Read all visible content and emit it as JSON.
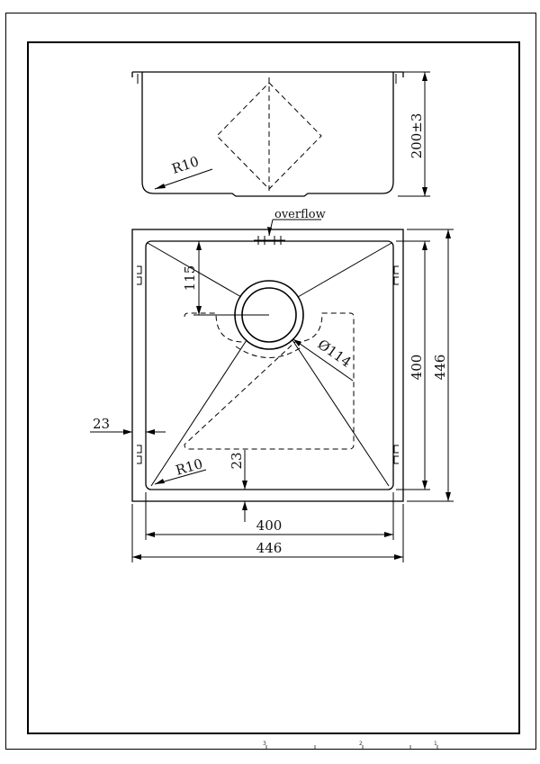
{
  "side_view": {
    "height_label": "200±3",
    "radius_label": "R10"
  },
  "top_view": {
    "overflow_label": "overflow",
    "drain_offset_label": "115",
    "drain_diameter_label": "Ø114",
    "inner_height_label": "400",
    "outer_height_label": "446",
    "flange_label": "23",
    "radius_label": "R10",
    "bottom_gap_label": "23",
    "inner_width_label": "400",
    "outer_width_label": "446"
  },
  "sheet_ticks": [
    "3",
    "2",
    "1"
  ]
}
